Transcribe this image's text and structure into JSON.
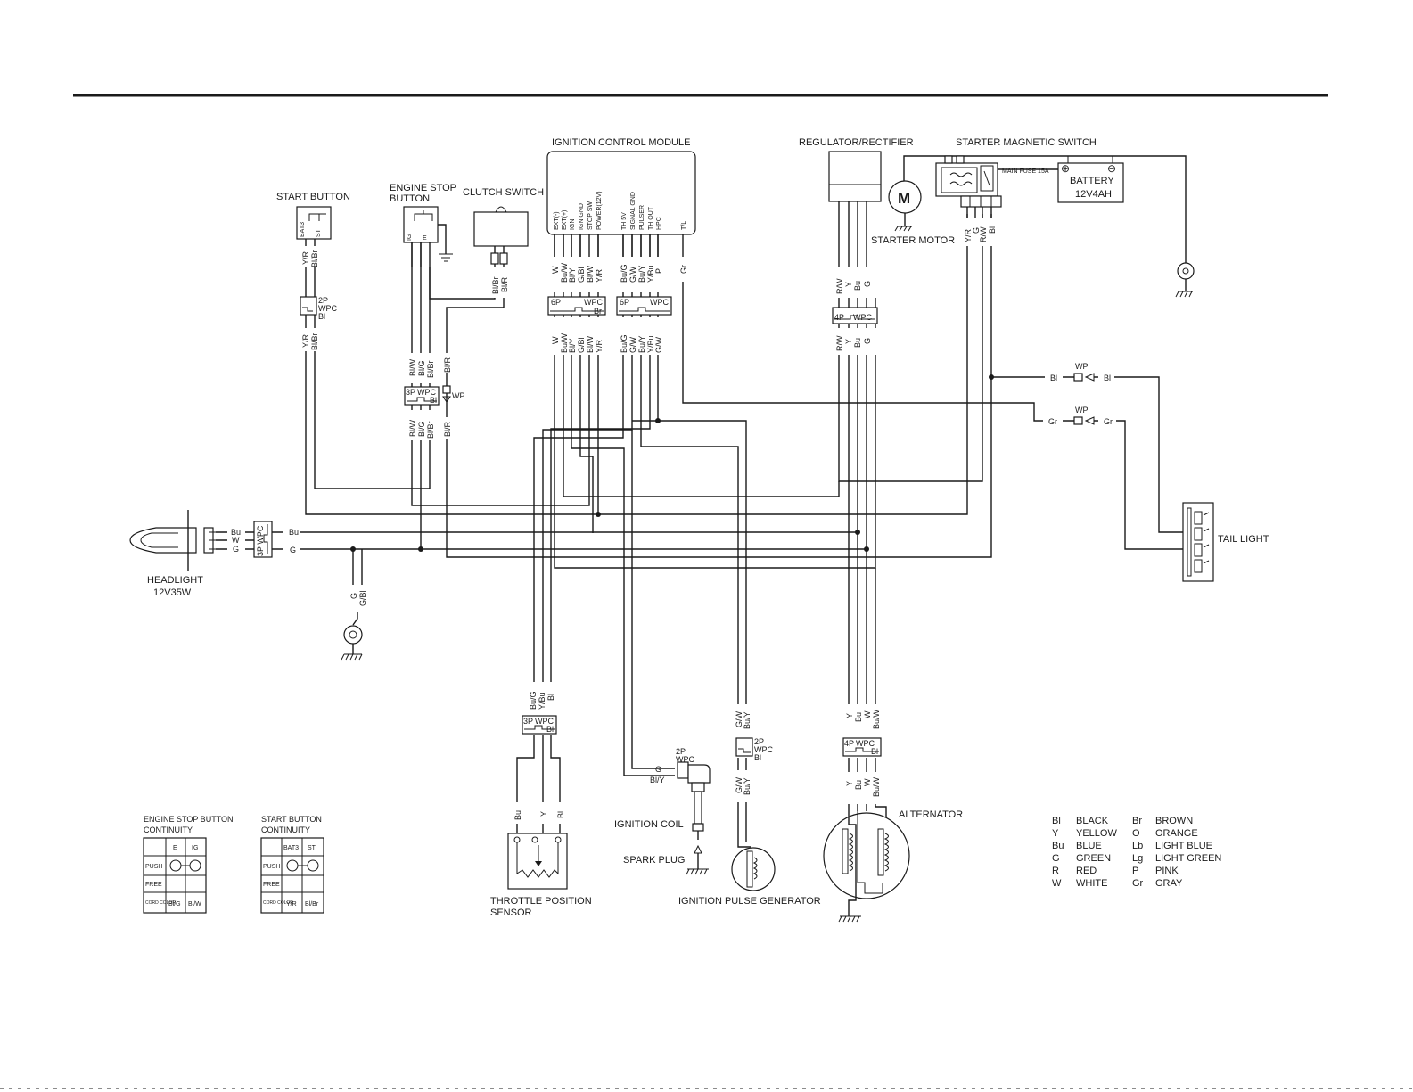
{
  "components": {
    "icm": "IGNITION CONTROL MODULE",
    "icm_pins_left": [
      "EXT(-)",
      "EXT(+)",
      "IGN",
      "IGN GND",
      "STOP SW",
      "POWER(12V)"
    ],
    "icm_pins_right": [
      "TH 5V",
      "SIGNAL GND",
      "PULSER",
      "TH OUT",
      "HPC"
    ],
    "icm_pin_tl": "T/L",
    "regulator": "REGULATOR/RECTIFIER",
    "starter_switch": "STARTER MAGNETIC SWITCH",
    "main_fuse": "MAIN FUSE 15A",
    "battery": "BATTERY",
    "battery_rating": "12V4AH",
    "motor_symbol": "M",
    "starter_motor": "STARTER MOTOR",
    "start_button": "START BUTTON",
    "engine_stop_line1": "ENGINE STOP",
    "engine_stop_line2": "BUTTON",
    "clutch_switch": "CLUTCH SWITCH",
    "headlight": "HEADLIGHT",
    "headlight_rating": "12V35W",
    "tail_light": "TAIL LIGHT",
    "tps_line1": "THROTTLE POSITION",
    "tps_line2": "SENSOR",
    "ignition_coil": "IGNITION COIL",
    "spark_plug": "SPARK PLUG",
    "pulse_gen": "IGNITION PULSE GENERATOR",
    "alternator": "ALTERNATOR"
  },
  "connectors": {
    "c6p": "6P",
    "c4p": "4P",
    "c3p": "3P",
    "c2p": "2P",
    "wpc": "WPC",
    "wp": "WP",
    "bl": "Bl",
    "br": "Br",
    "bat3": "BAT3",
    "st": "ST",
    "ig": "IG",
    "e": "E"
  },
  "wires": {
    "start_button": [
      "Y/R",
      "Bl/Br"
    ],
    "clutch": [
      "Bl/Br",
      "Bl/R"
    ],
    "engine_stop": [
      "Bl/W",
      "Bl/G",
      "Bl/Br"
    ],
    "clutch_wp": "Bl/R",
    "icm_left": [
      "W",
      "Bu/W",
      "Bl/Y",
      "G/Bl",
      "Bl/W",
      "Y/R"
    ],
    "icm_right": [
      "Bu/G",
      "G/W",
      "Bu/Y",
      "Y/Bu",
      "P"
    ],
    "icm_right_below": [
      "Bu/G",
      "G/W",
      "Bu/Y",
      "Y/Bu",
      "G/W"
    ],
    "icm_tl": "Gr",
    "regulator": [
      "R/W",
      "Y",
      "Bu",
      "G"
    ],
    "starter": [
      "Y/R",
      "G",
      "R/W",
      "Bl"
    ],
    "headlight": [
      "Bu",
      "W",
      "G"
    ],
    "headlight_out_bu": "Bu",
    "headlight_out_g": "G",
    "ground": [
      "G",
      "G/Bl"
    ],
    "tail_bl": "Bl",
    "tail_gr": "Gr",
    "tps_top": [
      "Bu/G",
      "Y/Bu",
      "Bl"
    ],
    "tps_bottom": [
      "Bu",
      "Y",
      "Bl"
    ],
    "coil": [
      "G",
      "Bl/Y"
    ],
    "pulse": [
      "G/W",
      "Bu/Y"
    ],
    "alternator": [
      "Y",
      "Bu",
      "W",
      "Bu/W"
    ]
  },
  "tables": {
    "engine_stop": {
      "title1": "ENGINE STOP BUTTON",
      "title2": "CONTINUITY",
      "cols": [
        "E",
        "IG"
      ],
      "rows": [
        "PUSH",
        "FREE",
        "CORD COLOR"
      ],
      "cord": [
        "Bl/G",
        "Bl/W"
      ]
    },
    "start_button": {
      "title1": "START BUTTON",
      "title2": "CONTINUITY",
      "cols": [
        "BAT3",
        "ST"
      ],
      "rows": [
        "PUSH",
        "FREE",
        "CORD COLOR"
      ],
      "cord": [
        "Y/R",
        "Bl/Br"
      ]
    }
  },
  "legend": [
    [
      "Bl",
      "BLACK"
    ],
    [
      "Y",
      "YELLOW"
    ],
    [
      "Bu",
      "BLUE"
    ],
    [
      "G",
      "GREEN"
    ],
    [
      "R",
      "RED"
    ],
    [
      "W",
      "WHITE"
    ],
    [
      "Br",
      "BROWN"
    ],
    [
      "O",
      "ORANGE"
    ],
    [
      "Lb",
      "LIGHT BLUE"
    ],
    [
      "Lg",
      "LIGHT GREEN"
    ],
    [
      "P",
      "PINK"
    ],
    [
      "Gr",
      "GRAY"
    ]
  ]
}
